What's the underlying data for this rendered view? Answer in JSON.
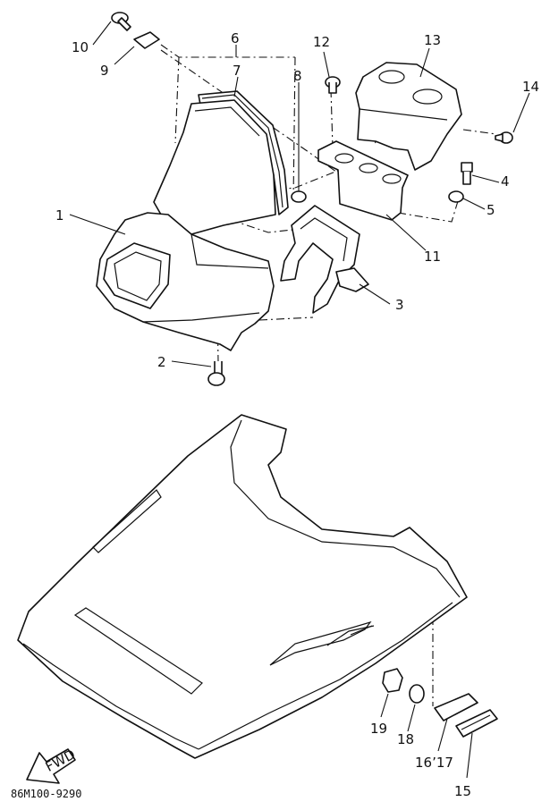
{
  "diagram": {
    "labels": [
      {
        "id": "1",
        "text": "1"
      },
      {
        "id": "2",
        "text": "2"
      },
      {
        "id": "3",
        "text": "3"
      },
      {
        "id": "4",
        "text": "4"
      },
      {
        "id": "5",
        "text": "5"
      },
      {
        "id": "6",
        "text": "6"
      },
      {
        "id": "7",
        "text": "7"
      },
      {
        "id": "8",
        "text": "8"
      },
      {
        "id": "9",
        "text": "9"
      },
      {
        "id": "10",
        "text": "10"
      },
      {
        "id": "11",
        "text": "11"
      },
      {
        "id": "12",
        "text": "12"
      },
      {
        "id": "13",
        "text": "13"
      },
      {
        "id": "14",
        "text": "14"
      },
      {
        "id": "15",
        "text": "15"
      },
      {
        "id": "16_17",
        "text": "16’17"
      },
      {
        "id": "18",
        "text": "18"
      },
      {
        "id": "19",
        "text": "19"
      }
    ],
    "fwd_text": "FWD",
    "diagram_code": "86M100-9290"
  }
}
